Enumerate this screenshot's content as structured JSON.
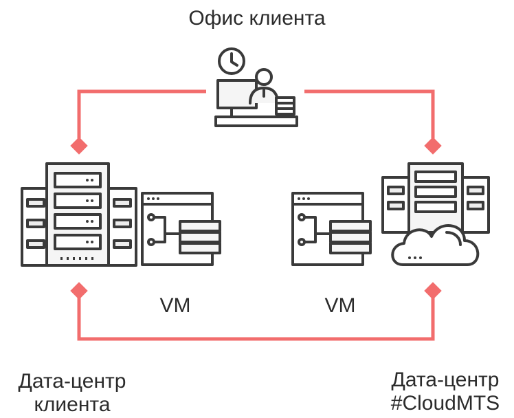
{
  "labels": {
    "office": "Офис клиента",
    "vm_left": "VM",
    "vm_right": "VM",
    "dc_client": "Дата-центр\nклиента",
    "dc_cloud": "Дата-центр\n#CloudMTS"
  },
  "icons": {
    "office": "office-worker-clock-icon",
    "client_dc": "server-racks-icon",
    "vm": "virtual-machine-window-icon",
    "cloud_dc": "cloud-server-racks-icon"
  },
  "colors": {
    "connector": "#f26d6d",
    "stroke": "#3a3a3a",
    "fill_light": "#f5f5f5",
    "text": "#2b2b2b"
  }
}
